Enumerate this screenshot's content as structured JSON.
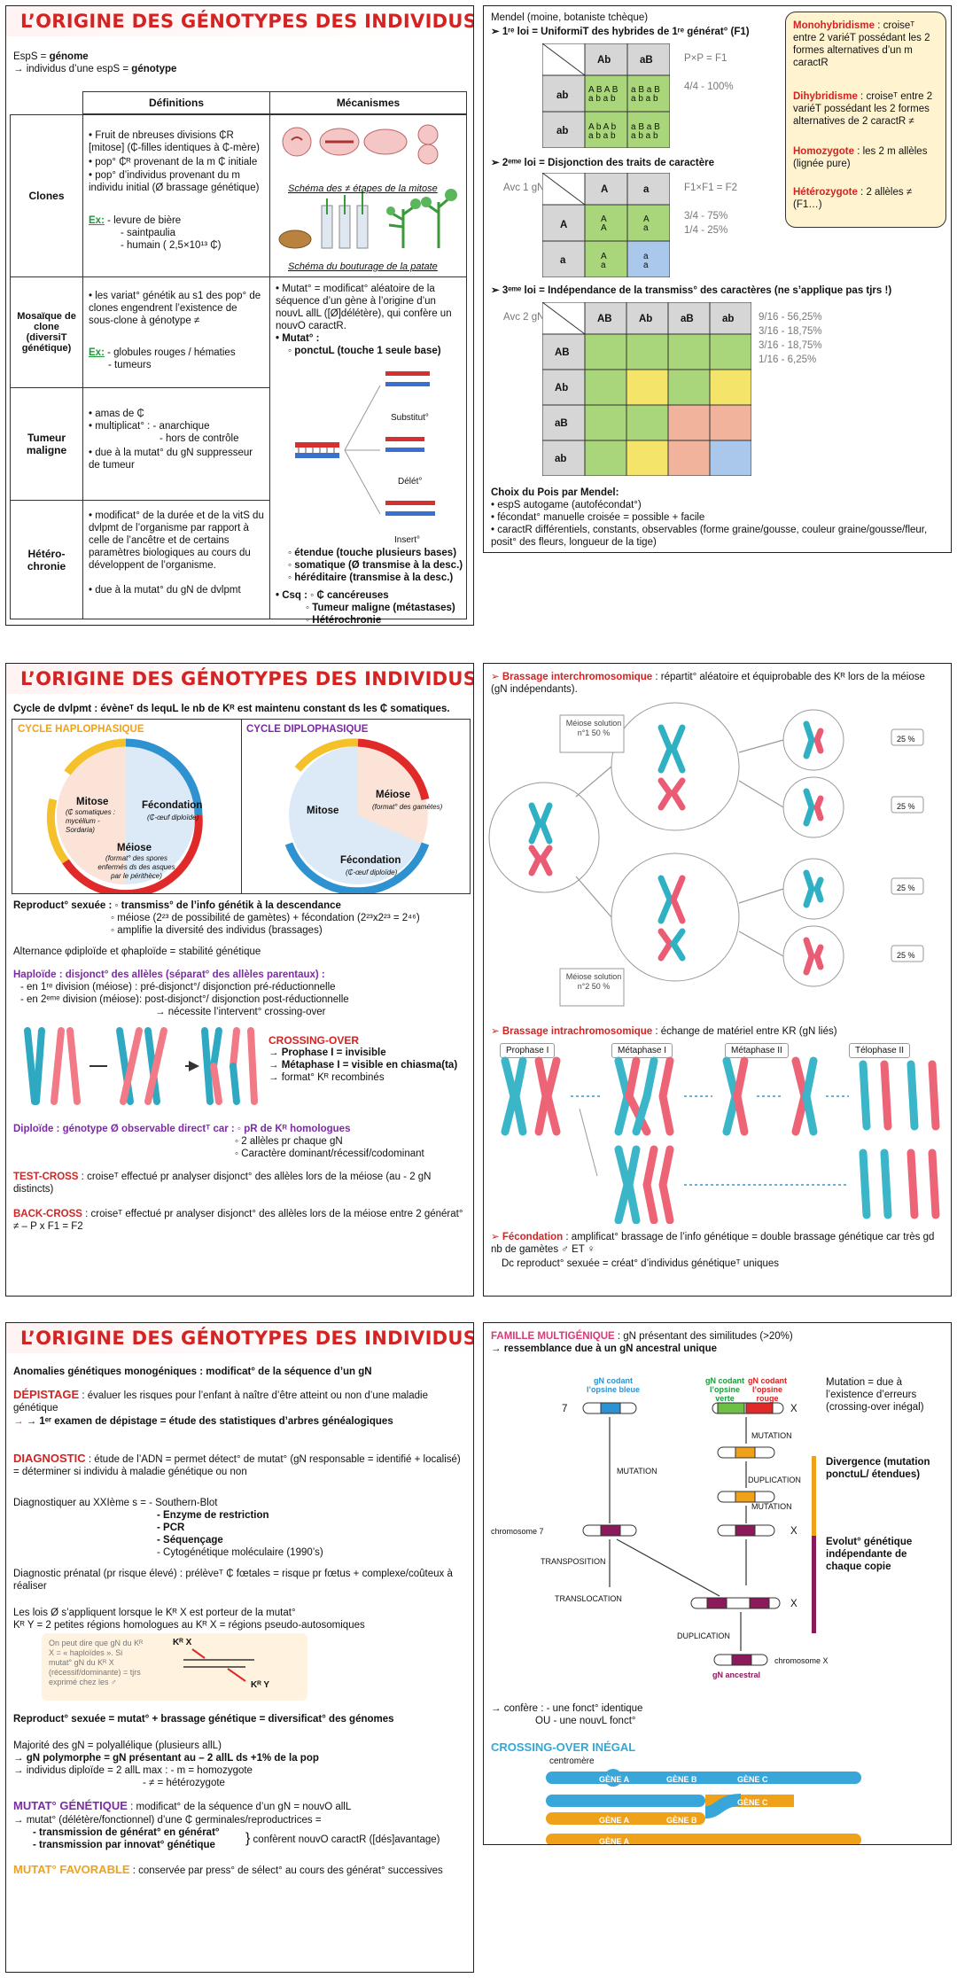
{
  "p1": {
    "title": "L’ORIGINE DES GÉNOTYPES DES INDIVIDUS",
    "intro1a": "EspS = ",
    "intro1b": "génome",
    "intro2a": "→ individus d’une espS = ",
    "intro2b": "génotype",
    "col_def": "Définitions",
    "col_meca": "Mécanismes",
    "rows": [
      {
        "head": "Clones"
      },
      {
        "head": "Mosaïque de clone (diversiT génétique)"
      },
      {
        "head": "Tumeur maligne"
      },
      {
        "head": "Hétéro-chronie"
      }
    ],
    "clones_def1": "• Fruit de nbreuses divisions ₵R [mitose] (₵-filles identiques à ₵-mère)",
    "clones_def2": "• pop° ₵ᴿ provenant de la m ₵ initiale",
    "clones_def3": "• pop° d’individus provenant du m individu initial (Ø brassage génétique)",
    "clones_ex": "Ex:",
    "clones_ex1": " - levure de bière",
    "clones_ex2": "- saintpaulia",
    "clones_ex3": "- humain ( 2,5×10¹³ ₵)",
    "mitose_caption": "Schéma des ≠ étapes de la mitose",
    "bouturage_caption": "Schéma du bouturage de la patate",
    "mosaique_def": "• les variat° génétik au s1 des pop° de clones engendrent l’existence de sous-clone à génotype ≠",
    "mosaique_ex": "Ex:",
    "mosaique_ex1": " - globules rouges / hématies",
    "mosaique_ex2": "- tumeurs",
    "mutat_def1": "• Mutat° = modificat° aléatoire de la séquence d’un gène à l’origine d’un nouvL allL ([Ø]délétère), qui confère un nouvO caractR.",
    "mutat_label": "• Mutat° :",
    "ponctuel": "◦ ponctuL  (touche 1 seule base)",
    "substit": "Substitut°",
    "delet": "Délét°",
    "insert": "Insert°",
    "etendue": "◦ étendue (touche plusieurs bases)",
    "somatique": "◦ somatique (Ø transmise à la desc.)",
    "hereditaire": "◦ héréditaire (transmise à la desc.)",
    "tumeur_def1": "• amas de ₵",
    "tumeur_def2": "• multiplicat° : - anarchique",
    "tumeur_def3": "- hors de contrôle",
    "tumeur_def4": "• due à la mutat° du gN suppresseur de tumeur",
    "csq": "• Csq : ◦ ₵ cancéreuses",
    "csq2": "◦ Tumeur maligne (métastases)",
    "csq3": "◦ Hétérochronie",
    "hetero_def1": "• modificat° de la durée et de la vitS du dvlpmt de l’organisme par rapport à celle de l’ancêtre et de certains paramètres biologiques au cours du développent de l’organisme.",
    "hetero_def2": "• due à la mutat° du gN de dvlpmt"
  },
  "p2": {
    "mendel": "Mendel (moine, botaniste tchèque)",
    "loi1": "➢  1ʳᵉ loi = UniformiT des hybrides de 1ʳᵉ générat° (F1)",
    "loi1_r1": "P×P = F1",
    "loi1_r2": "4/4  -  100%",
    "loi2": "➢  2ᵉᵐᵉ loi = Disjonction des traits de caractère",
    "loi2_label": "Avc 1 gN",
    "loi2_r1": "F1×F1 = F2",
    "loi2_r2": "3/4  -  75%",
    "loi2_r3": "1/4  -  25%",
    "loi3": "➢  3ᵉᵐᵉ loi = Indépendance de la transmiss° des caractères (ne s’applique pas tjrs !)",
    "loi3_label": "Avc 2 gN",
    "loi3_r1": "9/16  -  56,25%",
    "loi3_r2": "3/16  -  18,75%",
    "loi3_r3": "3/16  -  18,75%",
    "loi3_r4": "1/16  -  6,25%",
    "g1_head": [
      "Ab",
      "aB"
    ],
    "g1_rows": [
      "ab",
      "ab"
    ],
    "g2_head": [
      "A",
      "a"
    ],
    "g2_rows": [
      "A",
      "a"
    ],
    "g3_head": [
      "AB",
      "Ab",
      "aB",
      "ab"
    ],
    "g3_rows": [
      "AB",
      "Ab",
      "aB",
      "ab"
    ],
    "pois_title": "Choix du Pois par Mendel:",
    "pois1": "• espS autogame (autofécondat°)",
    "pois2": "• fécondat° manuelle croisée = possible + facile",
    "pois3": "• caractR différentiels, constants, observables (forme graine/gousse, couleur graine/gousse/fleur, posit° des fleurs, longueur de la tige)",
    "c1_term": "Monohybridisme",
    "c1_text": " : croiseᵀ entre 2 variéT possédant les 2 formes alternatives d’un m caractR",
    "c2_term": "Dihybridisme",
    "c2_text": " : croiseᵀ entre 2 variéT possédant les 2 formes alternatives de 2 caractR ≠",
    "c3_term": "Homozygote",
    "c3_text": " : les 2 m allèles (lignée pure)",
    "c4_term": "Hétérozygote",
    "c4_text": " : 2 allèles ≠ (F1…)"
  },
  "p3": {
    "title": "L’ORIGINE DES GÉNOTYPES DES INDIVIDUS",
    "cycle_def": "Cycle de dvlpmt : évèneᵀ ds lequL le nb de Kᴿ est maintenu constant ds les ₵ somatiques.",
    "haplo_title": "CYCLE HAPLOPHASIQUE",
    "diplo_title": "CYCLE DIPLOPHASIQUE",
    "mitose_h": "Mitose",
    "mitose_h_sub": "(₵ somatiques : mycélium - Sordaria)",
    "fecond_h": "Fécondation",
    "fecond_h_sub": "(₵-œuf diploïde)",
    "meiose_h": "Méiose",
    "meiose_h_sub": "(format° des spores enfermés ds des asques par le périthèce)",
    "mitose_d": "Mitose",
    "meiose_d": "Méiose",
    "meiose_d_sub": "(format° des gamètes)",
    "fecond_d": "Fécondation",
    "fecond_d_sub": "(₵-œuf diploïde)",
    "repro1": "Reproduct° sexuée : ◦ transmiss° de l’info génétik à la descendance",
    "repro2": "◦ méiose (2²³ de possibilité de gamètes) + fécondation (2²³x2²³ = 2⁴⁶)",
    "repro3": "◦ amplifie la diversité des individus (brassages)",
    "altern": "Alternance φdiploïde et φhaploïde = stabilité génétique",
    "haplo_line": "Haploïde : disjonct° des allèles (séparat° des allèles parentaux) :",
    "haplo_l2": "- en 1ʳᵉ division (méiose) : pré-disjonct°/ disjonction pré-réductionnelle",
    "haplo_l3": "- en 2ᵉᵐᵉ division (méiose): post-disjonct°/ disjonction post-réductionnelle",
    "haplo_l4": "→ nécessite l’intervent° crossing-over",
    "co_title": "CROSSING-OVER",
    "co1": "→ Prophase I = invisible",
    "co2": "→ Métaphase I = visible en chiasma(ta)",
    "co3": "→ format° Kᴿ recombinés",
    "diplo_line": "Diploïde : génotype Ø observable directᵀ car : ◦ pR de Kᴿ homologues",
    "diplo2": "◦ 2 allèles pr chaque gN",
    "diplo3": "◦ Caractère dominant/récessif/codominant",
    "tc_term": "TEST-CROSS",
    "tc_text": " : croiseᵀ effectué pr analyser disjonct° des allèles lors de la méiose (au - 2 gN distincts)",
    "bc_term": "BACK-CROSS",
    "bc_text": " : croiseᵀ effectué pr analyser disjonct° des allèles lors de la méiose entre 2 générat° ≠ – P x F1 = F2"
  },
  "p4": {
    "inter_term": "Brassage interchromosomique",
    "inter_text": " : répartit° aléatoire et équiprobable des Kᴿ lors de la méiose (gN indépendants).",
    "sol1": "Méiose solution n°1 50 %",
    "sol2": "Méiose solution n°2 50 %",
    "pct": [
      "25 %",
      "25 %",
      "25 %",
      "25 %"
    ],
    "intra_term": "Brassage intrachromosomique",
    "intra_text": " : échange de matériel entre KR (gN liés)",
    "phases": [
      "Prophase I",
      "Métaphase I",
      "Métaphase II",
      "Télophase II"
    ],
    "fec_term": "Fécondation",
    "fec_text": " : amplificat° brassage de l’info génétique = double brassage génétique car très gd nb de gamètes ♂ ET ♀",
    "fec_text2": "Dc reproduct° sexuée = créat° d’individus génétiqueᵀ uniques"
  },
  "p5": {
    "title": "L’ORIGINE DES GÉNOTYPES DES INDIVIDUS",
    "anom": "Anomalies génétiques monogéniques : modificat° de la séquence d’un gN",
    "dep_term": "DÉPISTAGE",
    "dep_text": " : évaluer les risques pour l’enfant à naître d’être atteint ou non d’une maladie génétique",
    "dep2": "→ 1ᵉʳ examen de dépistage = étude des statistiques d’arbres généalogiques",
    "diag_term": "DIAGNOSTIC",
    "diag_text": " : étude de l’ADN = permet détect° de mutat° (gN responsable = identifié + localisé) = déterminer si individu à maladie génétique ou non",
    "xx": "Diagnostiquer au XXIème s = - Southern-Blot",
    "xx2": "- Enzyme de restriction",
    "xx3": "- PCR",
    "xx4": "- Séquençage",
    "xx5": "- Cytogénétique moléculaire (1990’s)",
    "pren": "Diagnostic prénatal (pr risque élevé) : prélèveᵀ ₵ fœtales = risque pr fœtus + complexe/coûteux à réaliser",
    "lois": "Les lois Ø s’appliquent lorsque le Kᴿ X est porteur de la mutat°",
    "lois2": "Kᴿ Y = 2 petites régions homologues au Kᴿ X = régions pseudo-autosomiques",
    "box_note": "On peut dire que gN du Kᴿ X = « haploïdes ». Si mutat° gN du Kᴿ X (récessif/dominante) = tjrs exprimé chez les ♂",
    "kx": "Kᴿ X",
    "ky": "Kᴿ Y",
    "repro": "Reproduct° sexuée = mutat° + brassage génétique = diversificat° des génomes",
    "maj": "Majorité des gN = polyallélique (plusieurs allL)",
    "poly": "→ gN polymorphe = gN présentant au – 2 allL ds +1% de la pop",
    "indiv": "→ individus diploïde = 2 allL max : - m = homozygote",
    "indiv2": "- ≠ = hétérozygote",
    "mg_term": "MUTAT° GÉNÉTIQUE",
    "mg_text": " : modificat° de la séquence d’un gN = nouvO allL",
    "mg2": "→ mutat° (délétère/fonctionnel) d’une ₵ germinales/reproductrices =",
    "mg3": "- transmission de générat° en générat°",
    "mg4": "- transmission par innovat° génétique",
    "mg5": "confèrent nouvO caractR ([dés]avantage)",
    "mf_term": "MUTAT° FAVORABLE",
    "mf_text": " : conservée par press° de sélect° au cours des générat° successives"
  },
  "p6": {
    "fam_term": "FAMILLE MULTIGÉNIQUE",
    "fam_text": " : gN présentant des similitudes (>20%)",
    "fam2": "→ ressemblance due à un gN ancestral unique",
    "opsine_bleue": "gN codant l’opsine bleue",
    "opsine_verte": "gN codant l’opsine verte",
    "opsine_rouge": "gN codant l’opsine rouge",
    "n7": "7",
    "x": "X",
    "mutation": "MUTATION",
    "duplication": "DUPLICATION",
    "transposition": "TRANSPOSITION",
    "translocation": "TRANSLOCATION",
    "chr7": "chromosome 7",
    "chrx": "chromosome X",
    "ancestral": "gN ancestral",
    "note1": "Mutation = due à l’existence d’erreurs (crossing-over inégal)",
    "note2": "Divergence (mutation ponctuL/ étendues)",
    "note3": "Evolut° génétique indépendante de chaque copie",
    "conf1": "→ confère : - une fonct° identique",
    "conf2": "OU  - une nouvL fonct°",
    "coi": "CROSSING-OVER INÉGAL",
    "centromere": "centromère",
    "genes": [
      "GÈNE A",
      "GÈNE B",
      "GÈNE C"
    ]
  },
  "colors": {
    "red": "#d42323",
    "purple": "#7d2aa6",
    "orange": "#f0a11a",
    "blue": "#2f92d0",
    "pink": "#d83a7a",
    "callout": "#fff4cf"
  }
}
